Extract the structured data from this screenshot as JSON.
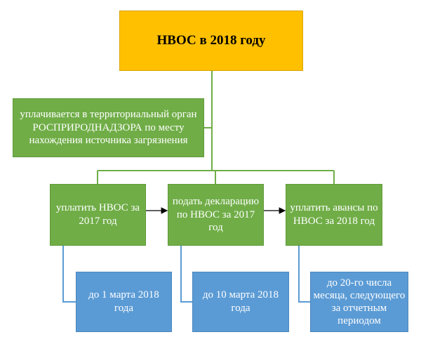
{
  "title": "НВОС в 2018 году",
  "info_box": {
    "lines": [
      "уплачивается  в территориальный орган",
      "РОСПРИРОДНАДЗОРА по месту",
      "нахождения  источника загрязнения"
    ]
  },
  "steps": [
    {
      "lines": [
        "уплатить НВОС за",
        "2017 год"
      ],
      "deadline": [
        "до 1 марта 2018 года"
      ]
    },
    {
      "lines": [
        "подать декларацию",
        "по НВОС за 2017 год"
      ],
      "deadline": [
        "до 10 марта 2018 года"
      ]
    },
    {
      "lines": [
        "уплатить  авансы по",
        "НВОС за 2018 год"
      ],
      "deadline": [
        "до 20-го числа",
        "месяца, следующего",
        "за отчетным",
        "периодом"
      ]
    }
  ],
  "colors": {
    "title_fill": "#ffc000",
    "step_fill": "#70ad47",
    "deadline_fill": "#5b9bd5",
    "connector": "#70ad47",
    "arrow": "#000000"
  }
}
